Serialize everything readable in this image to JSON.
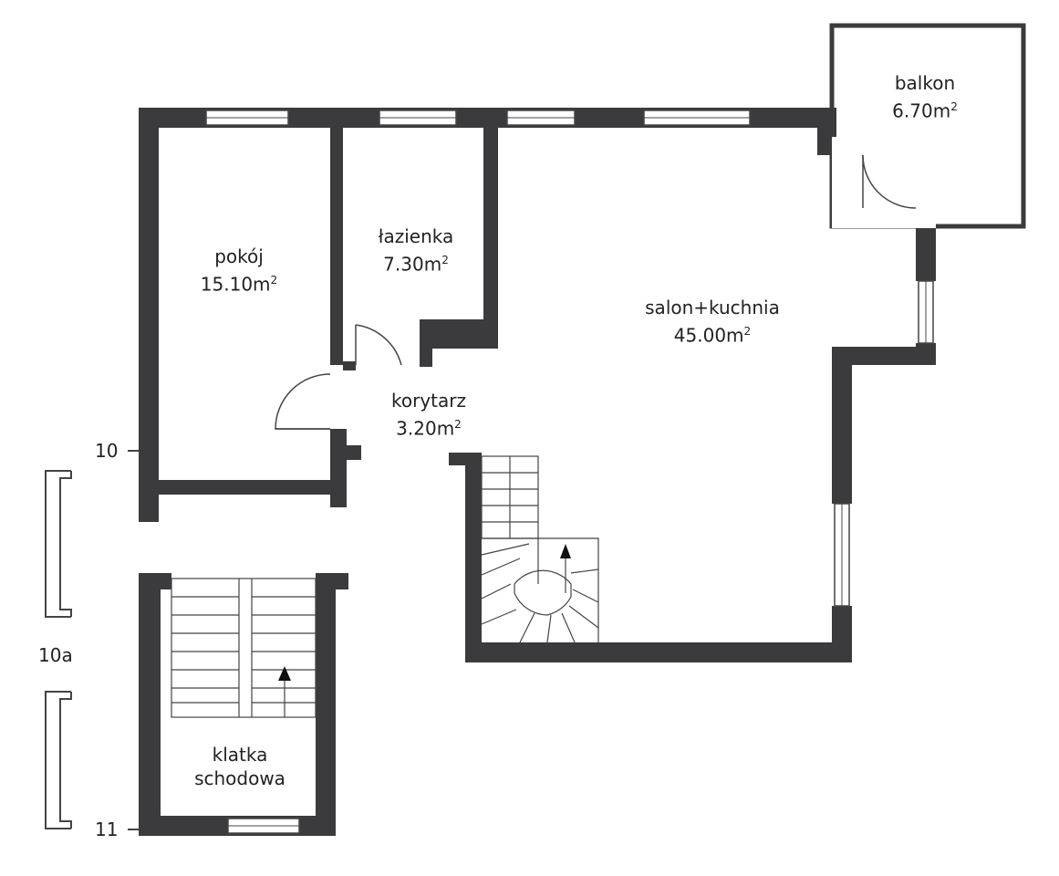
{
  "rooms": {
    "balkon": {
      "name": "balkon",
      "area": "6.70m",
      "unit_sup": "2"
    },
    "lazienka": {
      "name": "łazienka",
      "area": "7.30m",
      "unit_sup": "2"
    },
    "pokoj": {
      "name": "pokój",
      "area": "15.10m",
      "unit_sup": "2"
    },
    "salon": {
      "name": "salon+kuchnia",
      "area": "45.00m",
      "unit_sup": "2"
    },
    "korytarz": {
      "name": "korytarz",
      "area": "3.20m",
      "unit_sup": "2"
    },
    "klatka": {
      "name": "klatka",
      "name2": "schodowa"
    }
  },
  "axis_labels": {
    "a": "10",
    "b": "10a",
    "c": "11"
  },
  "colors": {
    "wall": "#3b3b3d",
    "line": "#555555",
    "window": "#ffffff"
  }
}
